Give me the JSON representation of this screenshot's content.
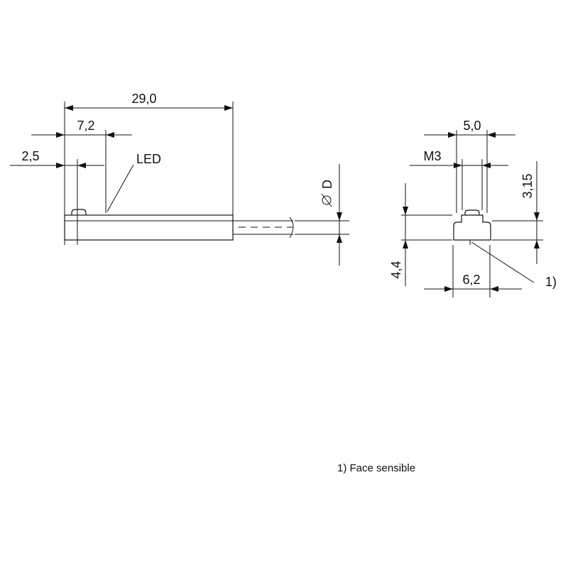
{
  "dimensions": {
    "overall_length": "29,0",
    "led_position": "7,2",
    "end_offset": "2,5",
    "cable_diameter": "D",
    "width": "5,0",
    "screw": "M3",
    "height_top": "3,15",
    "total_height": "4,4",
    "base_width": "6,2"
  },
  "labels": {
    "led": "LED",
    "footnote_marker": "1)",
    "footnote": "1) Face sensible"
  },
  "colors": {
    "line": "#111111",
    "background": "#ffffff"
  }
}
